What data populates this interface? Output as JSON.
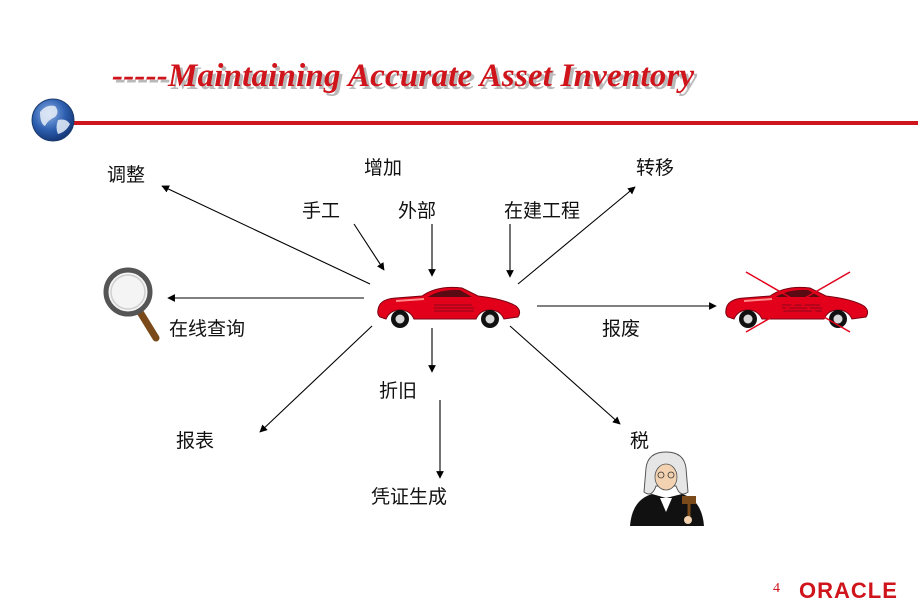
{
  "title": "-----Maintaining Accurate Asset Inventory",
  "labels": {
    "adjust": "调整",
    "add": "增加",
    "transfer": "转移",
    "manual": "手工",
    "external": "外部",
    "cip": "在建工程",
    "online_query": "在线查询",
    "retire": "报废",
    "depreciation": "折旧",
    "reports": "报表",
    "tax": "税",
    "journal": "凭证生成"
  },
  "footer": {
    "page": "4",
    "logo": "ORACLE"
  },
  "colors": {
    "accent": "#d0141c",
    "car": "#e3001b"
  }
}
